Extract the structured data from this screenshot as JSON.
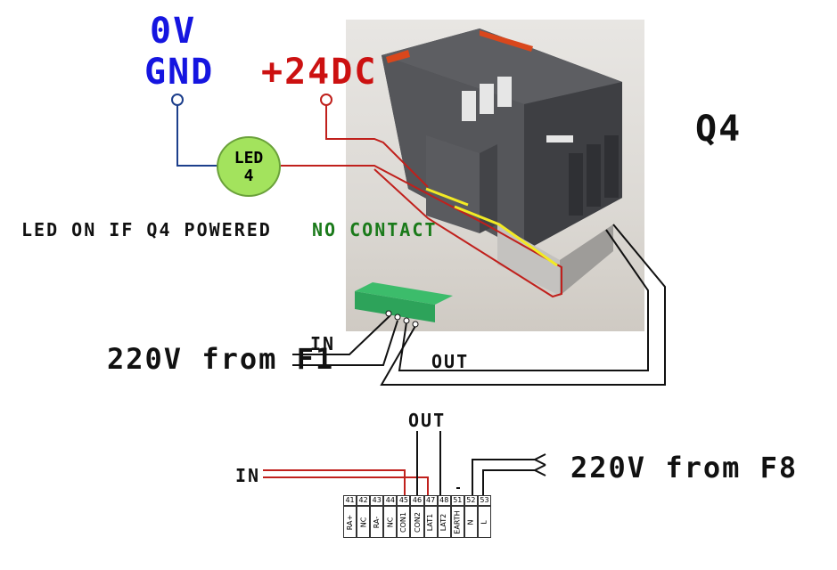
{
  "labels": {
    "ov": "0V",
    "gnd": "GND",
    "plus24": "+24DC",
    "q4": "Q4",
    "led_line1": "LED",
    "led_line2": "4",
    "led_on": "LED  ON  IF  Q4 POWERED",
    "no_contact": "NO CONTACT",
    "in_top": "IN",
    "out_top": "OUT",
    "from_f1": "220V from F1",
    "out_bottom": "OUT",
    "in_bottom": "IN",
    "from_f8": "220V from F8"
  },
  "terminals": {
    "numbers": [
      "41",
      "42",
      "43",
      "44",
      "45",
      "46",
      "47",
      "48",
      "51",
      "52",
      "53"
    ],
    "names": [
      "RA+",
      "NC",
      "RA-",
      "NC",
      "CON1",
      "CON2",
      "LAT1",
      "LAT2",
      "EARTH",
      "N",
      "L"
    ]
  },
  "colors": {
    "blue": "#1515e0",
    "red": "#cc1111",
    "green": "#1a7a1a",
    "wire_blue": "#1d3f8c",
    "wire_red": "#c0201c"
  }
}
